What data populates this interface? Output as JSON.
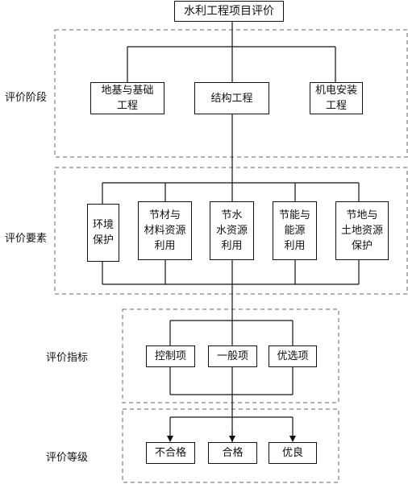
{
  "title": "水利工程项目评价",
  "rows": [
    {
      "label": "评价阶段",
      "nodes": [
        "地基与基础\n工程",
        "结构工程",
        "机电安装\n工程"
      ]
    },
    {
      "label": "评价要素",
      "nodes": [
        "环境\n保护",
        "节材与\n材料资源\n利用",
        "节水\n水资源\n利用",
        "节能与\n能源\n利用",
        "节地与\n土地资源\n保护"
      ]
    },
    {
      "label": "评价指标",
      "nodes": [
        "控制项",
        "一般项",
        "优选项"
      ]
    },
    {
      "label": "评价等级",
      "nodes": [
        "不合格",
        "合格",
        "优良"
      ]
    }
  ]
}
